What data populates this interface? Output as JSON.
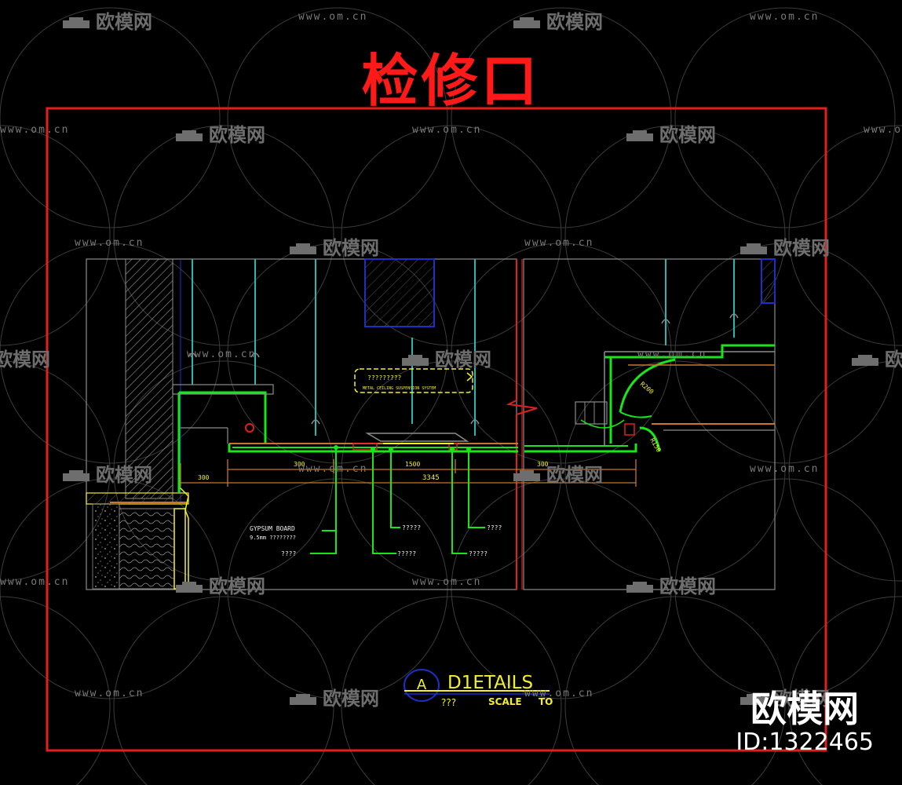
{
  "title": "检修口",
  "detail": {
    "marker": "A",
    "name": "D1ETAILS",
    "scale_label": "SCALE",
    "scale_value": "TO",
    "sheet_ref": "???"
  },
  "annotations": {
    "top_note_line1": "?????????",
    "top_note_line2": "METAL CEILING SUSPENSION SYSTEM",
    "right_arc_upper": "R200",
    "right_arc_lower": "R150"
  },
  "dimensions": {
    "d_left": "300",
    "d_a": "300",
    "d_b": "1500",
    "d_c": "300",
    "d_total": "3345"
  },
  "callouts": {
    "c1_line1": "GYPSUM BOARD",
    "c1_line2": "9.5mm ????????",
    "c2": "????",
    "c3": "?????",
    "c4": "?????",
    "c5": "?????",
    "c6": "????"
  },
  "watermarks": {
    "logo_text": "欧模网",
    "url_text": "www.om.cn"
  },
  "brand": {
    "name": "欧模网",
    "id": "ID:1322465"
  },
  "colors": {
    "border_red": "#e0201e",
    "title_red": "#ff1a1a",
    "green": "#19e619",
    "cyan": "#27b7b0",
    "yellow": "#f3f029",
    "blue": "#1e2fc8",
    "orange": "#c7762b",
    "grey": "#8c8c8c"
  }
}
